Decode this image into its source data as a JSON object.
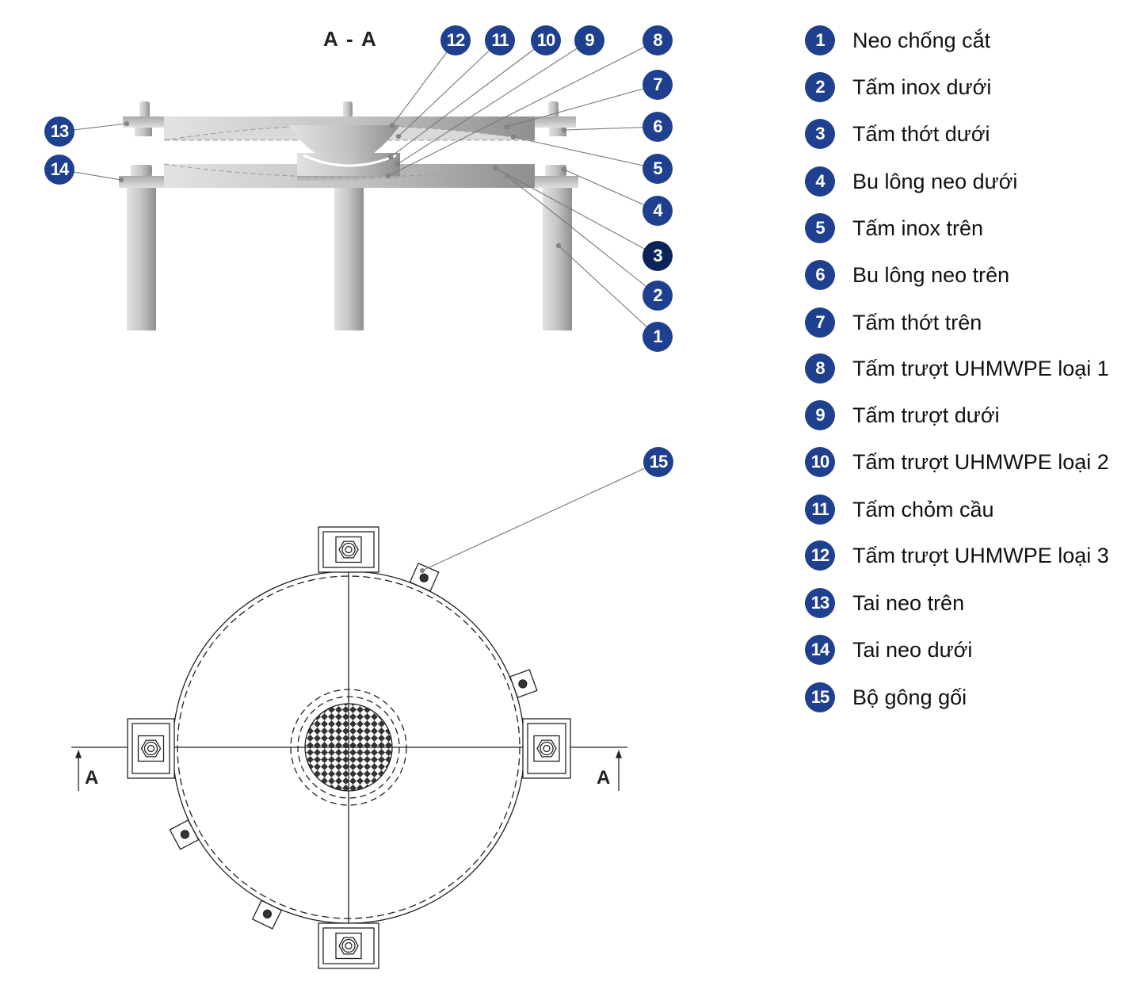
{
  "section_title": "A - A",
  "section_marks": {
    "left": "A",
    "right": "A"
  },
  "callouts_side_view": [
    "1",
    "2",
    "3",
    "4",
    "5",
    "6",
    "7",
    "8",
    "9",
    "10",
    "11",
    "12",
    "13",
    "14"
  ],
  "callouts_plan_view": [
    "15"
  ],
  "highlighted_callout": "3",
  "colors": {
    "badge": "#1f3f8f",
    "badge_highlight": "#0a2459",
    "steel": "#b8b8b8"
  },
  "legend": [
    {
      "num": "1",
      "label": "Neo chống cắt"
    },
    {
      "num": "2",
      "label": "Tấm inox dưới"
    },
    {
      "num": "3",
      "label": "Tấm thớt dưới"
    },
    {
      "num": "4",
      "label": "Bu lông neo dưới"
    },
    {
      "num": "5",
      "label": "Tấm inox trên"
    },
    {
      "num": "6",
      "label": "Bu lông neo trên"
    },
    {
      "num": "7",
      "label": "Tấm thớt trên"
    },
    {
      "num": "8",
      "label": "Tấm trượt UHMWPE loại 1"
    },
    {
      "num": "9",
      "label": "Tấm trượt dưới"
    },
    {
      "num": "10",
      "label": "Tấm trượt UHMWPE loại 2"
    },
    {
      "num": "11",
      "label": "Tấm chỏm cầu"
    },
    {
      "num": "12",
      "label": "Tấm trượt UHMWPE loại 3"
    },
    {
      "num": "13",
      "label": "Tai neo trên"
    },
    {
      "num": "14",
      "label": "Tai neo dưới"
    },
    {
      "num": "15",
      "label": "Bộ gông gối"
    }
  ]
}
